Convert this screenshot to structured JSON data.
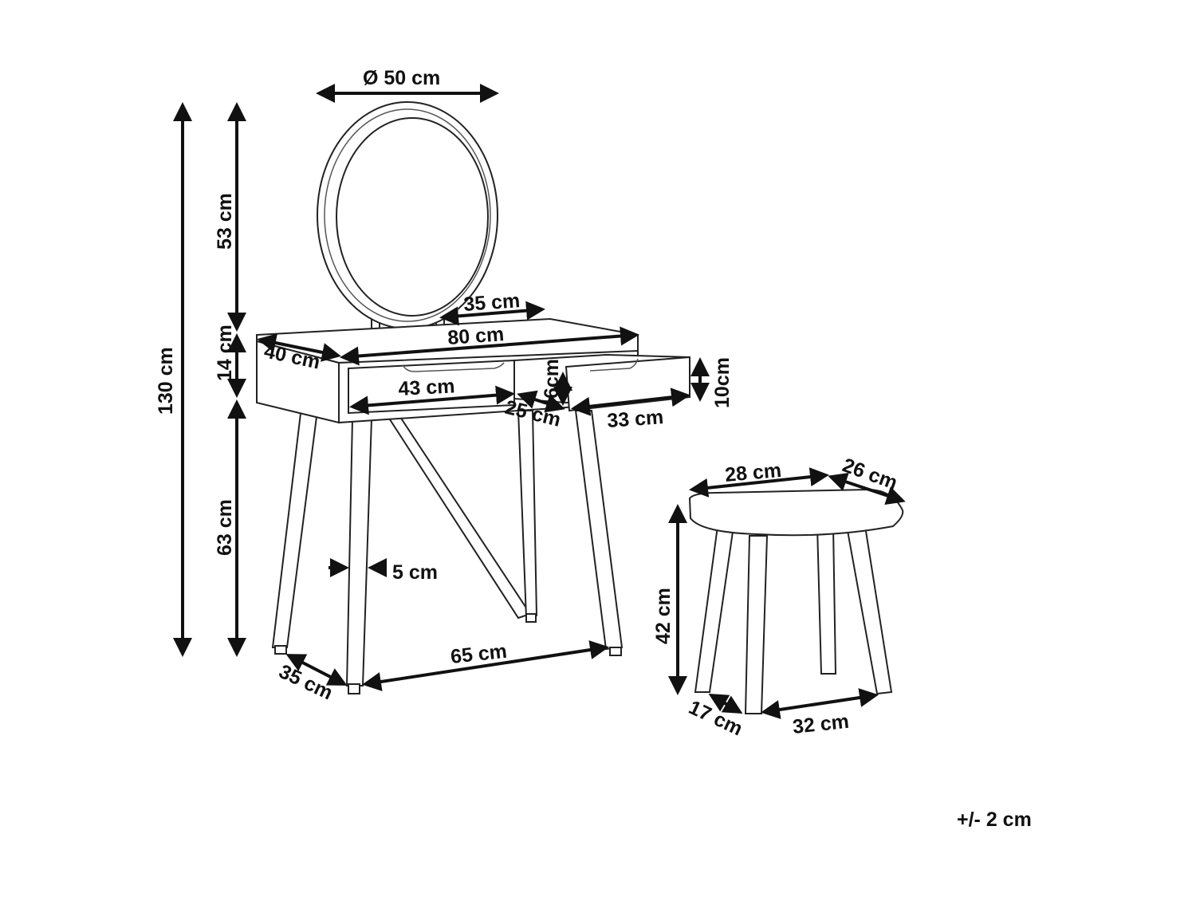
{
  "labels": {
    "mirror_diameter": "Ø 50 cm",
    "total_height": "130 cm",
    "mirror_height": "53 cm",
    "drawer_section_height": "14 cm",
    "leg_height": "63 cm",
    "table_width": "80 cm",
    "table_depth": "40 cm",
    "mirror_support_spacing": "35 cm",
    "drawer_left_width": "43 cm",
    "drawer_inner_depth": "25 cm",
    "drawer_inner_height": "6cm",
    "drawer_front_height": "10cm",
    "drawer_right_width": "33 cm",
    "leg_thickness": "5 cm",
    "leg_depth_span": "35 cm",
    "leg_width_span": "65 cm",
    "stool_width": "28 cm",
    "stool_depth": "26 cm",
    "stool_height": "42 cm",
    "stool_leg_depth_span": "17 cm",
    "stool_leg_width_span": "32 cm",
    "tolerance": "+/- 2 cm"
  }
}
